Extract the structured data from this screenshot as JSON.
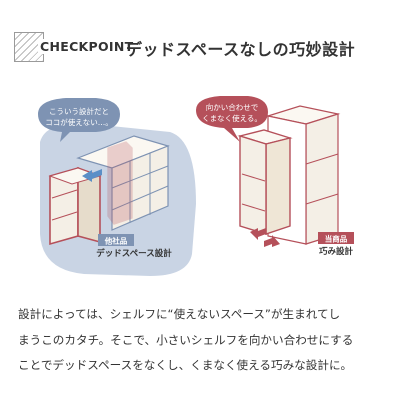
{
  "header": {
    "checkpoint_label": "CHECKPOINT",
    "title": "デッドスペースなしの巧妙設計"
  },
  "left_panel": {
    "bubble_lines": [
      "こういう設計だと",
      "ココが使えない…。"
    ],
    "tag": "他社品",
    "caption": "デッドスペース設計"
  },
  "right_panel": {
    "bubble_lines": [
      "向かい合わせで",
      "くまなく使える。"
    ],
    "tag": "当商品",
    "caption": "巧み設計"
  },
  "description": {
    "lines": [
      "設計によっては、シェルフに“使えないスペース”が生まれてし",
      "まうこのカタチ。そこで、小さいシェルフを向かい合わせにする",
      "ことでデッドスペースをなくし、くまなく使える巧みな設計に。"
    ]
  },
  "colors": {
    "blue_accent": "#7e93b3",
    "blue_bg": "#c9d4e4",
    "red_accent": "#b5505a",
    "shelf_fill": "#f4efe6",
    "arrow_blue": "#5b8fc7"
  }
}
